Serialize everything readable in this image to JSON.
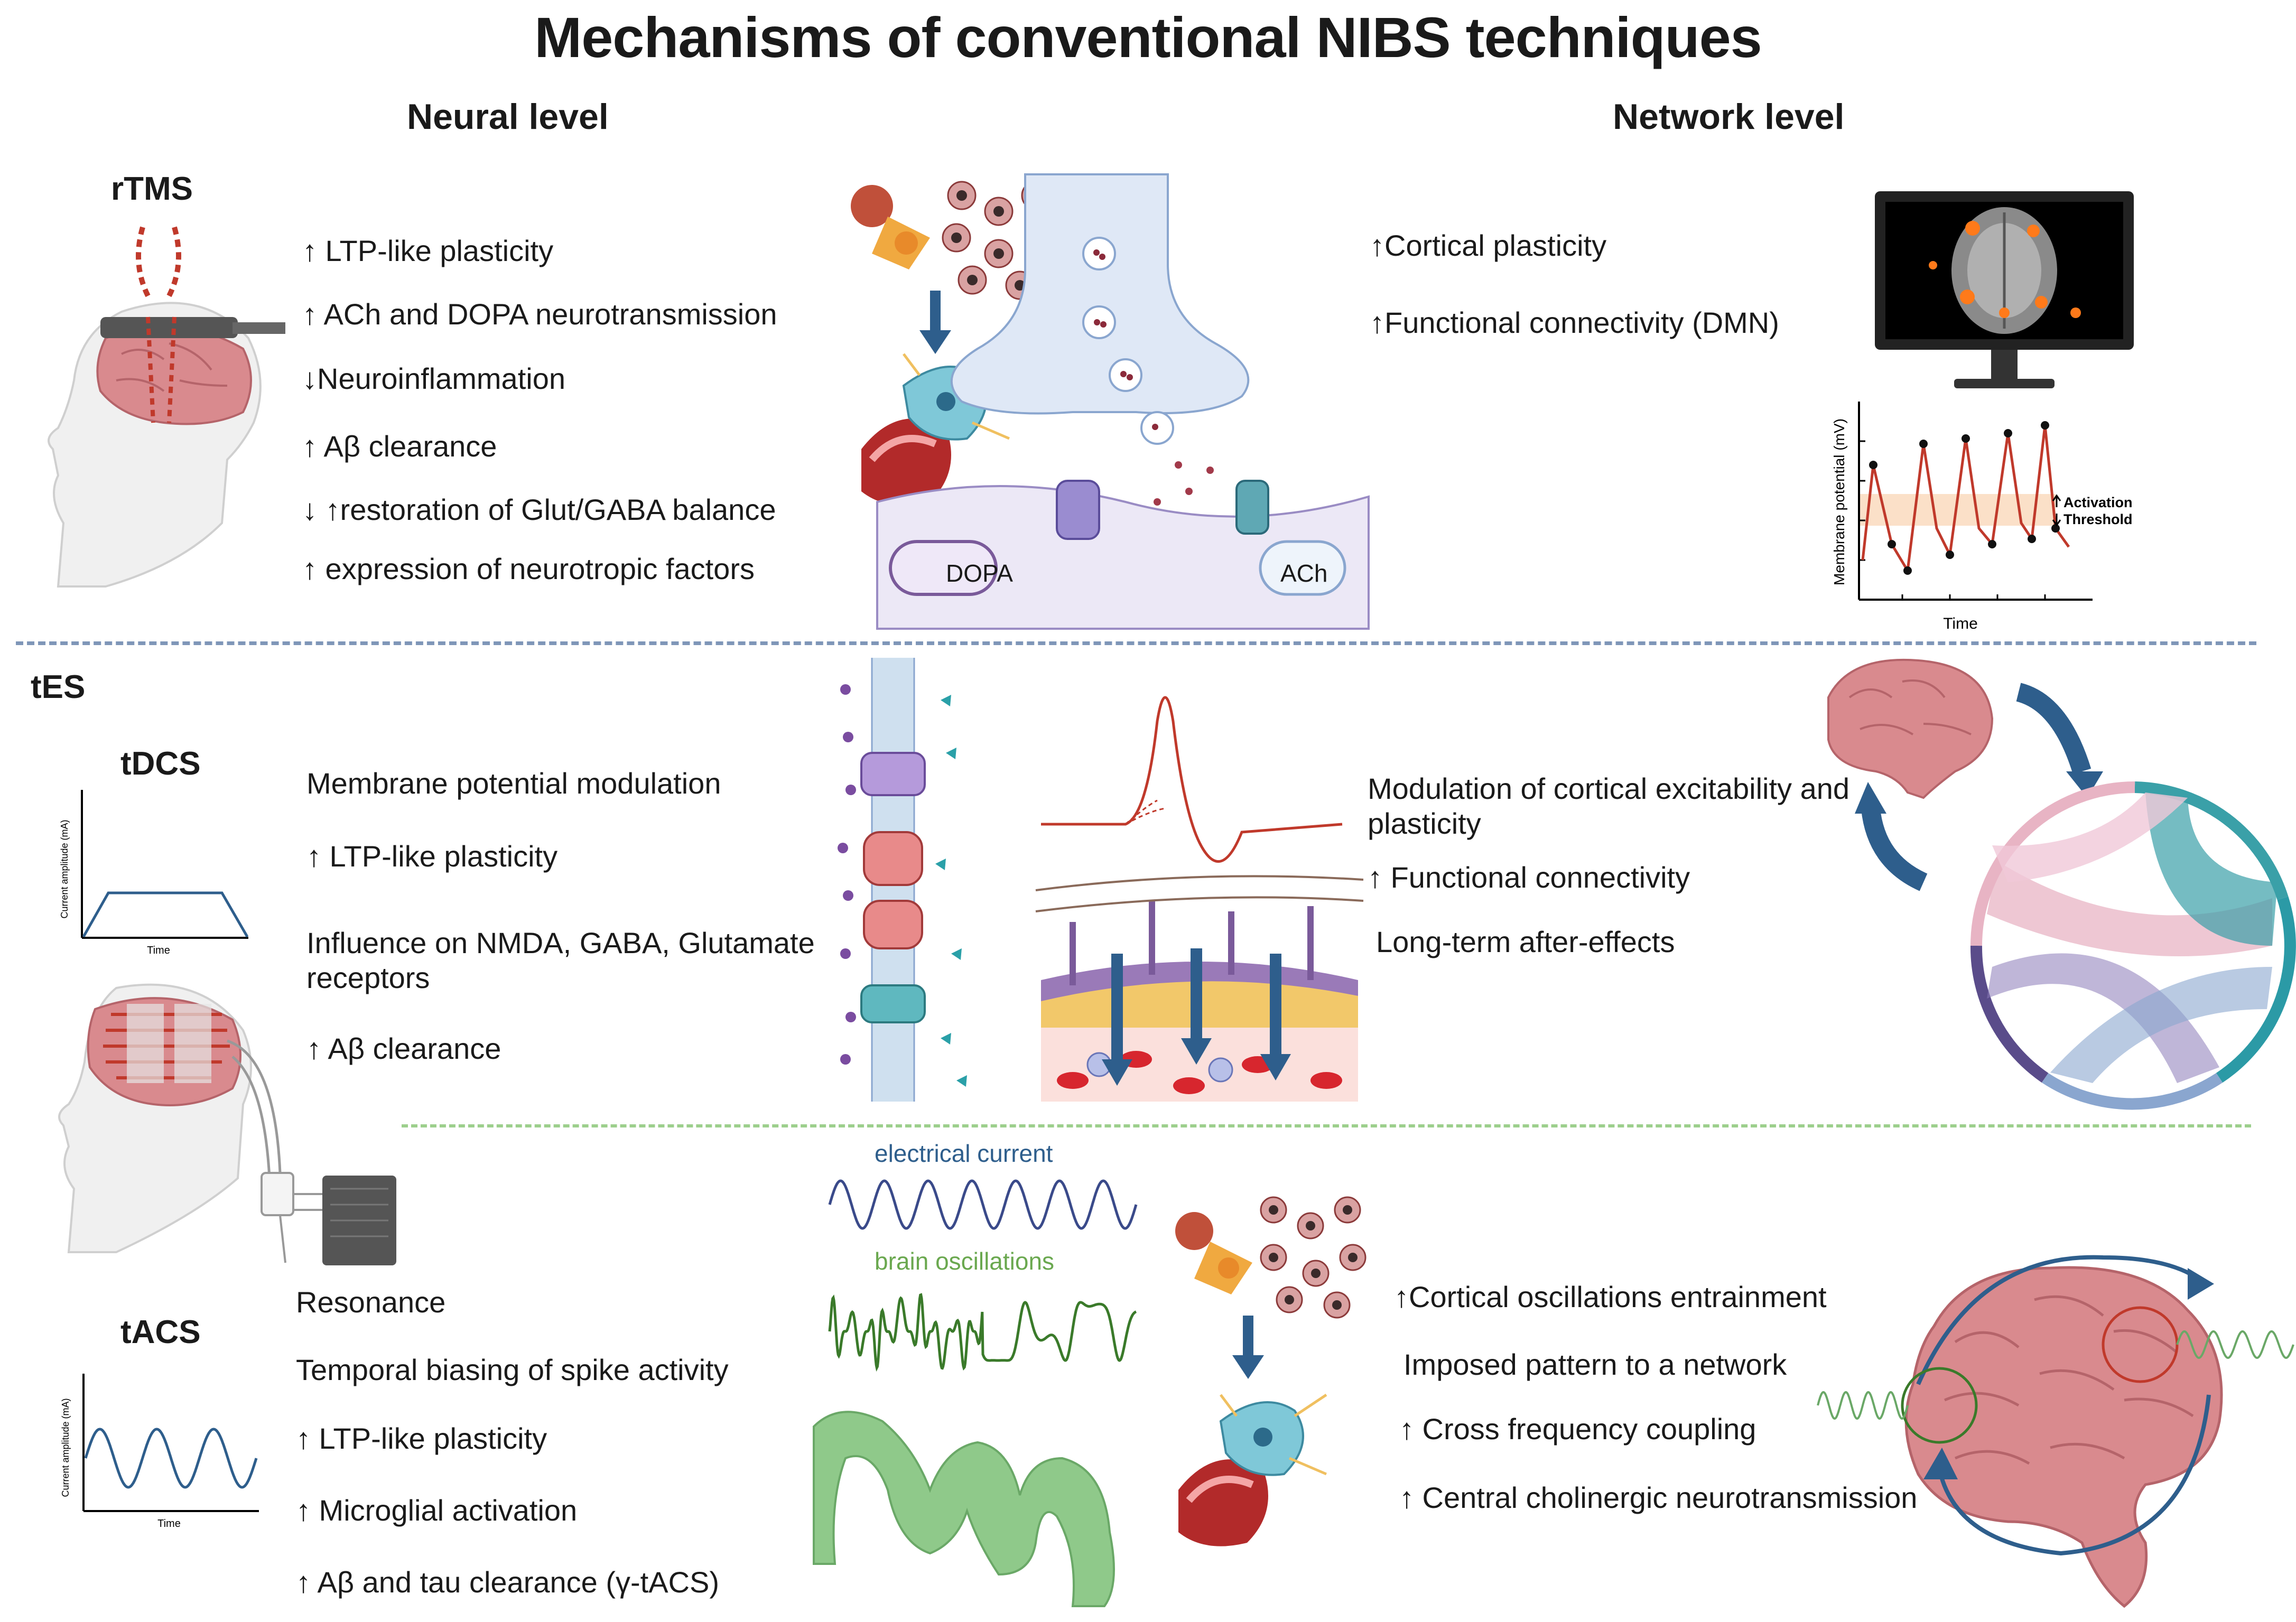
{
  "title": "Mechanisms of conventional NIBS techniques",
  "headers": {
    "neural": "Neural level",
    "network": "Network level"
  },
  "rtms": {
    "label": "rTMS",
    "neural": [
      "↑ LTP-like plasticity",
      "↑ ACh and DOPA neurotransmission",
      "↓Neuroinflammation",
      "↑ Aβ clearance",
      "↓ ↑restoration of Glut/GABA balance",
      "↑ expression of neurotropic factors"
    ],
    "synapse_labels": {
      "dopa": "DOPA",
      "ach": "ACh"
    },
    "network": [
      "↑Cortical plasticity",
      "↑Functional connectivity (DMN)"
    ],
    "membrane_chart": {
      "ylabel": "Membrane potential (mV)",
      "xlabel": "Time",
      "threshold_label_1": "Activation",
      "threshold_label_2": "Threshold"
    }
  },
  "tes": {
    "label": "tES",
    "tdcs": {
      "label": "tDCS",
      "chart_ylabel": "Current amplitude (mA)",
      "chart_xlabel": "Time",
      "neural": [
        "Membrane potential modulation",
        "↑ LTP-like plasticity",
        "Influence on NMDA, GABA, Glutamate receptors",
        "↑ Aβ clearance"
      ],
      "network": [
        "Modulation of cortical excitability and plasticity",
        "↑ Functional connectivity",
        "Long-term after-effects"
      ]
    },
    "tacs": {
      "label": "tACS",
      "chart_ylabel": "Current amplitude (mA)",
      "chart_xlabel": "Time",
      "neural": [
        "Resonance",
        "Temporal biasing of spike activity",
        "↑ LTP-like plasticity",
        "↑ Microglial activation",
        "↑ Aβ and tau clearance (γ-tACS)"
      ],
      "wave_labels": {
        "current": "electrical current",
        "oscillations": "brain oscillations"
      },
      "network": [
        "↑Cortical oscillations entrainment",
        "Imposed pattern to a network",
        "↑ Cross frequency coupling",
        "↑ Central cholinergic neurotransmission"
      ]
    }
  },
  "colors": {
    "brain": "#d98a8e",
    "dashed_blue": "#7f96b8",
    "dashed_green": "#9ccf8c",
    "activation_band": "#fbe0c8",
    "trace": "#c0392b",
    "wave_blue": "#2e5e8c",
    "wave_green": "#4a8c3a"
  }
}
